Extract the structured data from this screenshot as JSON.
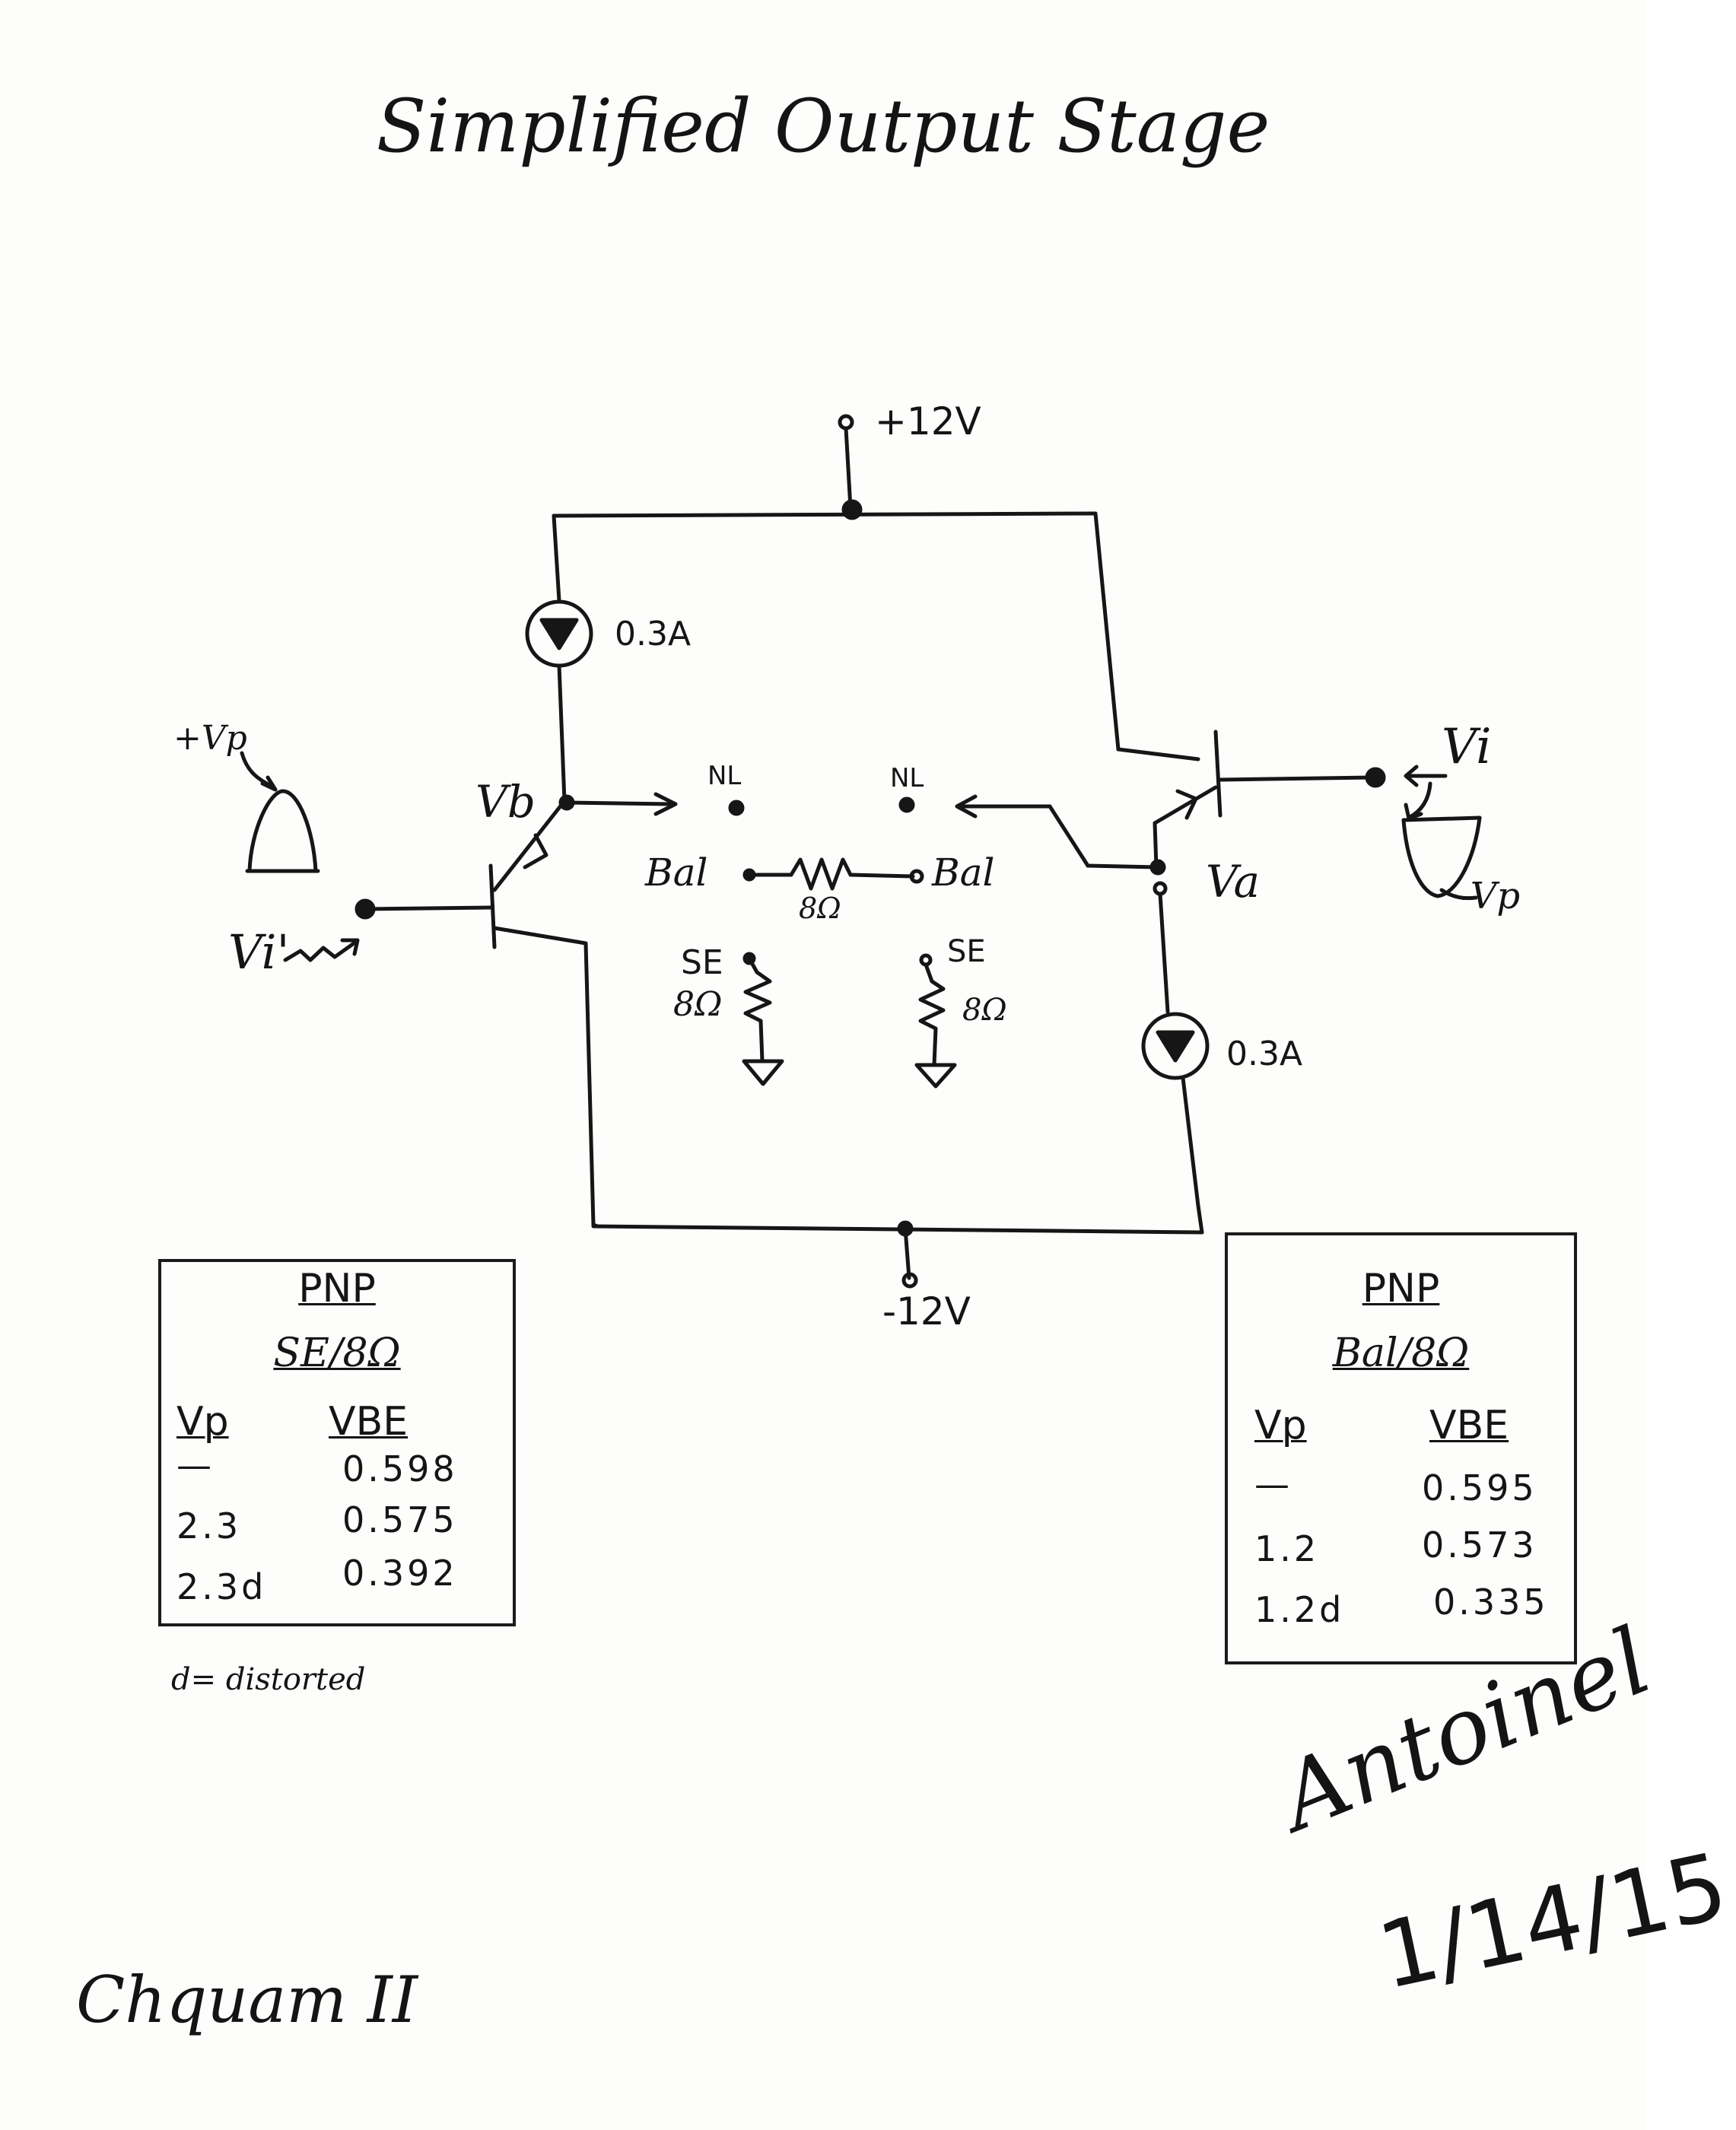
{
  "title": "Simplified Output Stage",
  "circuit": {
    "supply_positive": "+12V",
    "supply_negative": "-12V",
    "current_source_top": "0.3A",
    "current_source_bottom": "0.3A",
    "node_vb": "Vb",
    "node_va": "Va",
    "input_right": "Vi",
    "input_left": "Vi'",
    "vp_plus": "+Vp",
    "vp_minus": "-Vp",
    "nl_left": "NL",
    "nl_right": "NL",
    "bal_left": "Bal",
    "bal_right": "Bal",
    "bal_resistor": "8Ω",
    "se_left": "SE",
    "se_left_resistor": "8Ω",
    "se_right": "SE",
    "se_right_resistor": "8Ω"
  },
  "table_left": {
    "type": "PNP",
    "config": "SE/8Ω",
    "col1": "Vp",
    "col2": "VBE",
    "rows": [
      {
        "vp": "—",
        "vbe": "0.598"
      },
      {
        "vp": "2.3",
        "vbe": "0.575"
      },
      {
        "vp": "2.3d",
        "vbe": "0.392"
      }
    ],
    "note": "d= distorted"
  },
  "table_right": {
    "type": "PNP",
    "config": "Bal/8Ω",
    "col1": "Vp",
    "col2": "VBE",
    "rows": [
      {
        "vp": "—",
        "vbe": "0.595"
      },
      {
        "vp": "1.2",
        "vbe": "0.573"
      },
      {
        "vp": "1.2d",
        "vbe": "0.335"
      }
    ]
  },
  "signature_name": "Antoinel",
  "signature_date": "1/14/15",
  "footer_left": "Chquam II"
}
